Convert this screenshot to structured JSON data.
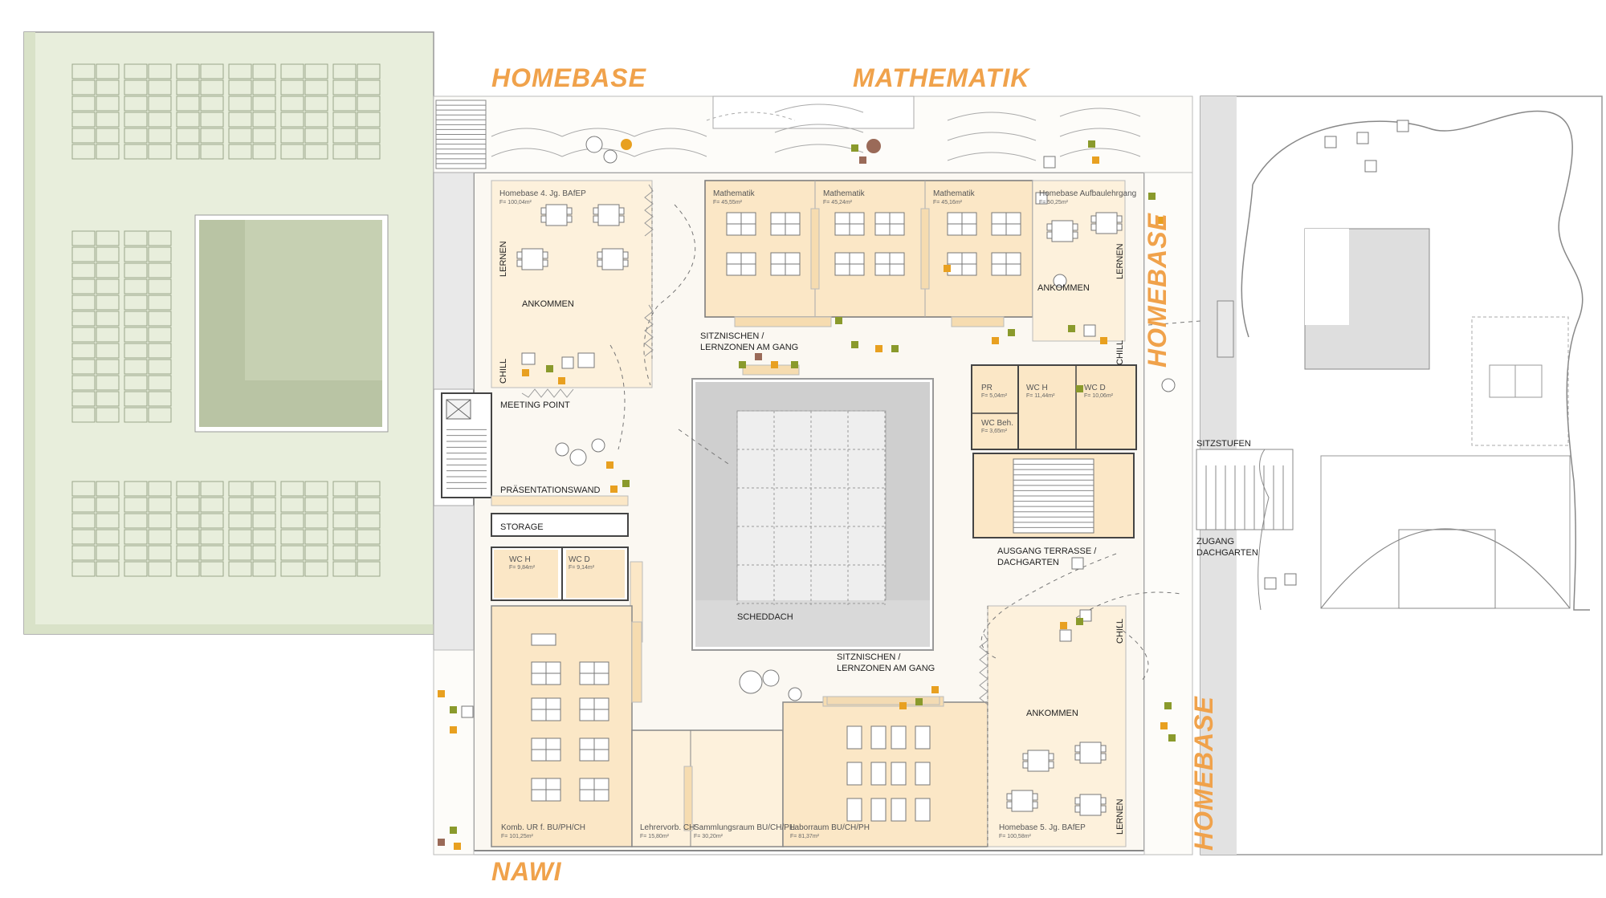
{
  "headings": {
    "homebase_top": "HOMEBASE",
    "mathematik": "MATHEMATIK",
    "homebase_right": "HOMEBASE",
    "homebase_bottom_right": "HOMEBASE",
    "nawi": "NAWI"
  },
  "rooms": {
    "homebase4": {
      "title": "Homebase 4. Jg. BAfEP",
      "area": "F= 100,04m²"
    },
    "math1": {
      "title": "Mathematik",
      "area": "F= 45,55m²"
    },
    "math2": {
      "title": "Mathematik",
      "area": "F= 45,24m²"
    },
    "math3": {
      "title": "Mathematik",
      "area": "F= 45,16m²"
    },
    "homebase_auf": {
      "title": "Homebase Aufbaulehrgang",
      "area": "F= 50,25m²"
    },
    "pr": {
      "title": "PR",
      "area": "F= 5,04m²"
    },
    "wch_top": {
      "title": "WC H",
      "area": "F= 11,44m²"
    },
    "wcd_top": {
      "title": "WC D",
      "area": "F= 10,06m²"
    },
    "wcbeh": {
      "title": "WC Beh.",
      "area": "F= 3,65m²"
    },
    "wch_left": {
      "title": "WC H",
      "area": "F= 9,84m²"
    },
    "wcd_left": {
      "title": "WC D",
      "area": "F= 9,14m²"
    },
    "kombi": {
      "title": "Komb. UR f. BU/PH/CH",
      "area": "F= 101,25m²"
    },
    "lehrer": {
      "title": "Lehrervorb. CH",
      "area": "F= 15,80m²"
    },
    "sammlung": {
      "title": "Sammlungsraum BU/CH/PH",
      "area": "F= 30,20m²"
    },
    "labor": {
      "title": "Laborraum BU/CH/PH",
      "area": "F= 81,37m²"
    },
    "homebase5": {
      "title": "Homebase 5. Jg. BAfEP",
      "area": "F= 100,58m²"
    }
  },
  "zones": {
    "lernen_left": "LERNEN",
    "ankommen_left": "ANKOMMEN",
    "chill_left": "CHILL",
    "meeting_point": "MEETING POINT",
    "sitznischen_top_1": "SITZNISCHEN /",
    "sitznischen_top_2": "LERNZONEN AM GANG",
    "ankommen_right": "ANKOMMEN",
    "lernen_right": "LERNEN",
    "chill_right": "CHILL",
    "praesentationswand": "PRÄSENTATIONSWAND",
    "storage": "STORAGE",
    "scheddach": "SCHEDDACH",
    "ausgang_1": "AUSGANG TERRASSE /",
    "ausgang_2": "DACHGARTEN",
    "chill_right_bottom": "CHILL",
    "sitznischen_bottom_1": "SITZNISCHEN /",
    "sitznischen_bottom_2": "LERNZONEN AM GANG",
    "ankommen_bottom": "ANKOMMEN",
    "lernen_bottom": "LERNEN",
    "sitzstufen": "SITZSTUFEN",
    "zugang_1": "ZUGANG",
    "zugang_2": "DACHGARTEN"
  },
  "colors": {
    "roof_green": "#e8eedc",
    "courtyard_green": "#b9c4a4",
    "room_fill": "#fdf1dc",
    "room_fill_strong": "#fbe7c6",
    "corridor": "#fbf8f2",
    "accent_orange": "#f0a24b",
    "dot_green": "#8a9a2c",
    "dot_orange": "#e8a020",
    "dot_brown": "#9a6a58"
  }
}
